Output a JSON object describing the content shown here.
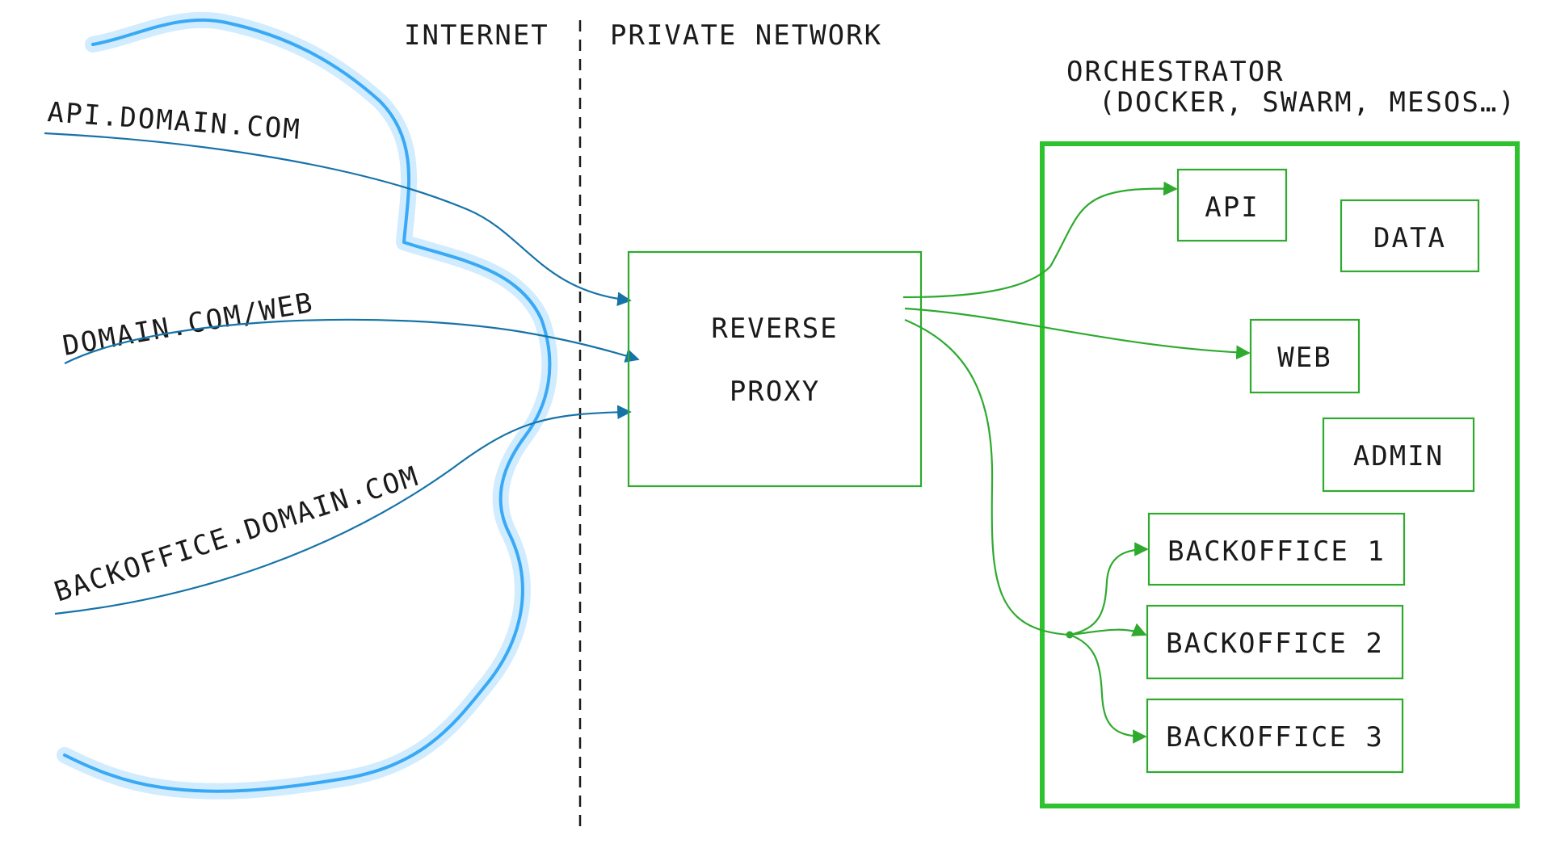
{
  "zones": {
    "internet": "INTERNET",
    "private_network": "PRIVATE NETWORK"
  },
  "orchestrator": {
    "title": "ORCHESTRATOR",
    "subtitle": "(DOCKER, SWARM, MESOS…)"
  },
  "domains": {
    "api": "API.DOMAIN.COM",
    "web": "DOMAIN.COM/WEB",
    "backoffice": "BACKOFFICE.DOMAIN.COM"
  },
  "proxy": {
    "line1": "REVERSE",
    "line2": "PROXY"
  },
  "services": {
    "api": "API",
    "data": "DATA",
    "web": "WEB",
    "admin": "ADMIN",
    "backoffice1": "BACKOFFICE 1",
    "backoffice2": "BACKOFFICE 2",
    "backoffice3": "BACKOFFICE 3"
  },
  "colors": {
    "internet_cloud": "#39a9f5",
    "incoming_traffic": "#1673a8",
    "private_routes": "#2eaa2e",
    "orchestrator_border": "#2ec22e"
  }
}
